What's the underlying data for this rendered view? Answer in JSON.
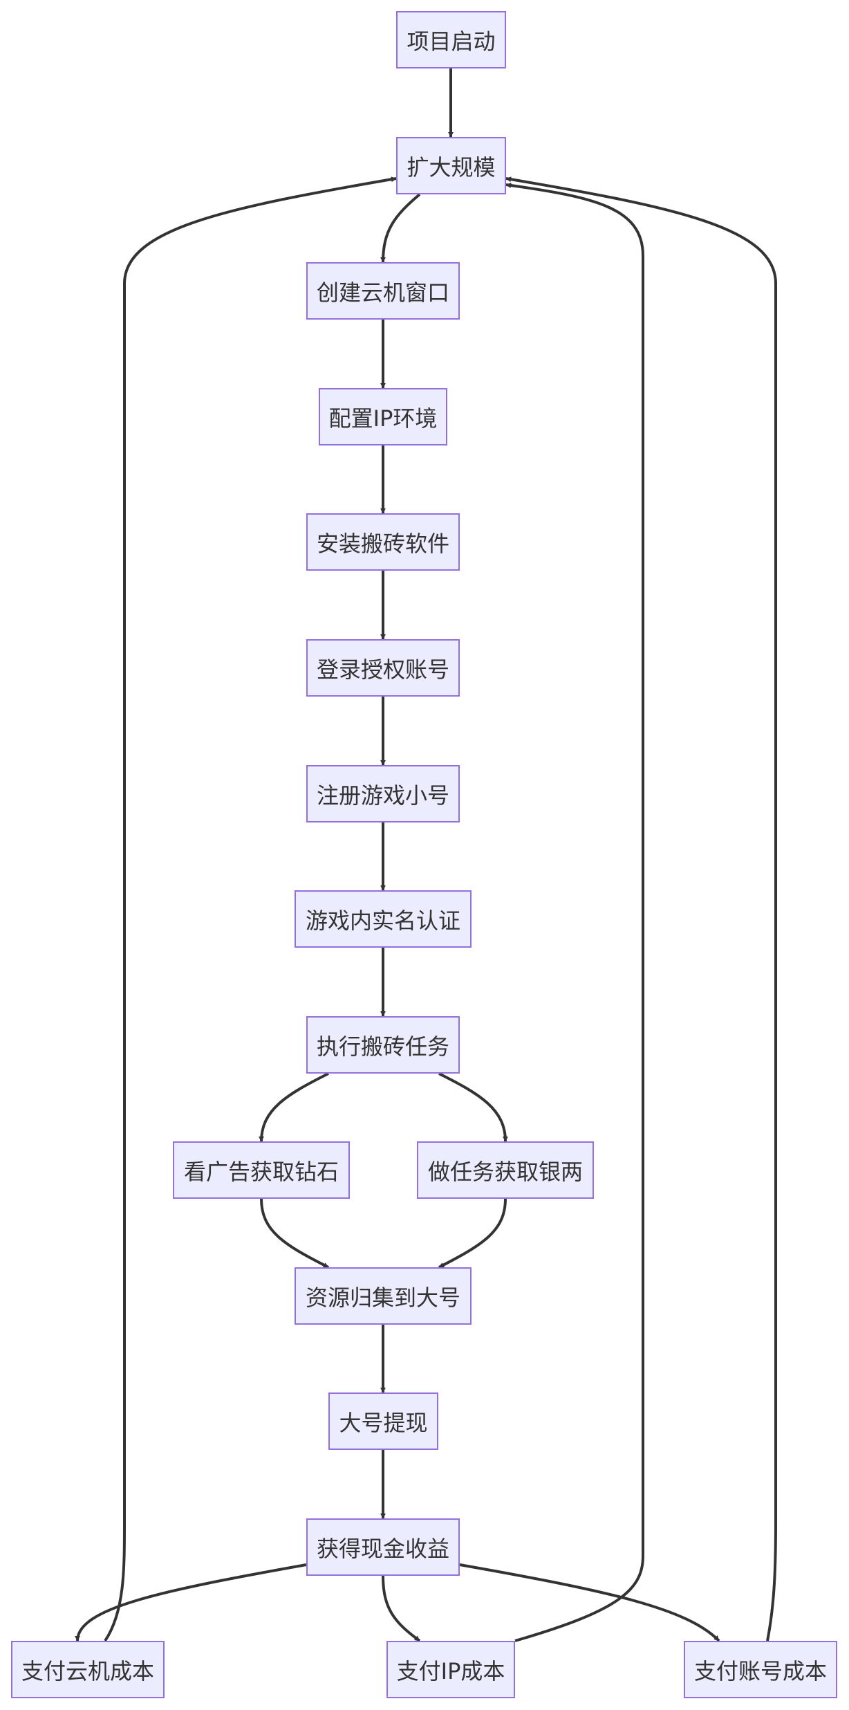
{
  "diagram": {
    "type": "flowchart",
    "colors": {
      "node_fill": "#ececff",
      "node_border": "#9370db",
      "edge": "#333333",
      "text": "#333333"
    },
    "nodes": [
      {
        "id": "start",
        "label": "项目启动"
      },
      {
        "id": "scale",
        "label": "扩大规模"
      },
      {
        "id": "cloud",
        "label": "创建云机窗口"
      },
      {
        "id": "ip",
        "label": "配置IP环境"
      },
      {
        "id": "install",
        "label": "安装搬砖软件"
      },
      {
        "id": "login",
        "label": "登录授权账号"
      },
      {
        "id": "register",
        "label": "注册游戏小号"
      },
      {
        "id": "verify",
        "label": "游戏内实名认证"
      },
      {
        "id": "task",
        "label": "执行搬砖任务"
      },
      {
        "id": "ads",
        "label": "看广告获取钻石"
      },
      {
        "id": "silver",
        "label": "做任务获取银两"
      },
      {
        "id": "collect",
        "label": "资源归集到大号"
      },
      {
        "id": "withdraw",
        "label": "大号提现"
      },
      {
        "id": "income",
        "label": "获得现金收益"
      },
      {
        "id": "pay_cloud",
        "label": "支付云机成本"
      },
      {
        "id": "pay_ip",
        "label": "支付IP成本"
      },
      {
        "id": "pay_account",
        "label": "支付账号成本"
      }
    ],
    "edges": [
      {
        "from": "start",
        "to": "scale"
      },
      {
        "from": "scale",
        "to": "cloud"
      },
      {
        "from": "cloud",
        "to": "ip"
      },
      {
        "from": "ip",
        "to": "install"
      },
      {
        "from": "install",
        "to": "login"
      },
      {
        "from": "login",
        "to": "register"
      },
      {
        "from": "register",
        "to": "verify"
      },
      {
        "from": "verify",
        "to": "task"
      },
      {
        "from": "task",
        "to": "ads"
      },
      {
        "from": "task",
        "to": "silver"
      },
      {
        "from": "ads",
        "to": "collect"
      },
      {
        "from": "silver",
        "to": "collect"
      },
      {
        "from": "collect",
        "to": "withdraw"
      },
      {
        "from": "withdraw",
        "to": "income"
      },
      {
        "from": "income",
        "to": "pay_cloud"
      },
      {
        "from": "income",
        "to": "pay_ip"
      },
      {
        "from": "income",
        "to": "pay_account"
      },
      {
        "from": "pay_cloud",
        "to": "scale"
      },
      {
        "from": "pay_ip",
        "to": "scale"
      },
      {
        "from": "pay_account",
        "to": "scale"
      }
    ]
  }
}
